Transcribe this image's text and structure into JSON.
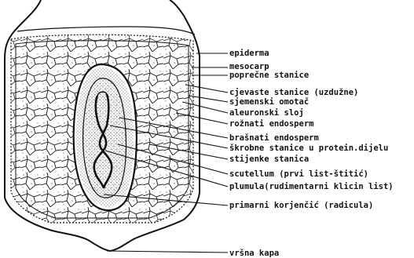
{
  "diagram": {
    "labels": [
      {
        "id": "epiderma",
        "text": "epiderma"
      },
      {
        "id": "mesocarp",
        "text": "mesocarp"
      },
      {
        "id": "poprecne",
        "text": "poprečne stanice"
      },
      {
        "id": "cjevaste",
        "text": "cjevaste stanice  (uzdužne)"
      },
      {
        "id": "sjemenski",
        "text": "sjemenski omotač"
      },
      {
        "id": "aleuronski",
        "text": "aleuronski sloj"
      },
      {
        "id": "roznati",
        "text": "rožnati endosperm"
      },
      {
        "id": "brasnati",
        "text": "brašnati endosperm"
      },
      {
        "id": "skrobne",
        "text": "škrobne stanice u protein.dijelu"
      },
      {
        "id": "stijenke",
        "text": "stijenke stanica"
      },
      {
        "id": "scutellum",
        "text": "scutellum (prvi list-štitić)"
      },
      {
        "id": "plumula",
        "text": "plumula(rudimentarni klicin list)"
      },
      {
        "id": "primarni",
        "text": "primarni korjenčić (radicula)"
      },
      {
        "id": "vrsna",
        "text": "vršna kapa"
      }
    ],
    "colors": {
      "ink": "#111111",
      "paper": "#ffffff",
      "stipple": "#555555"
    }
  }
}
